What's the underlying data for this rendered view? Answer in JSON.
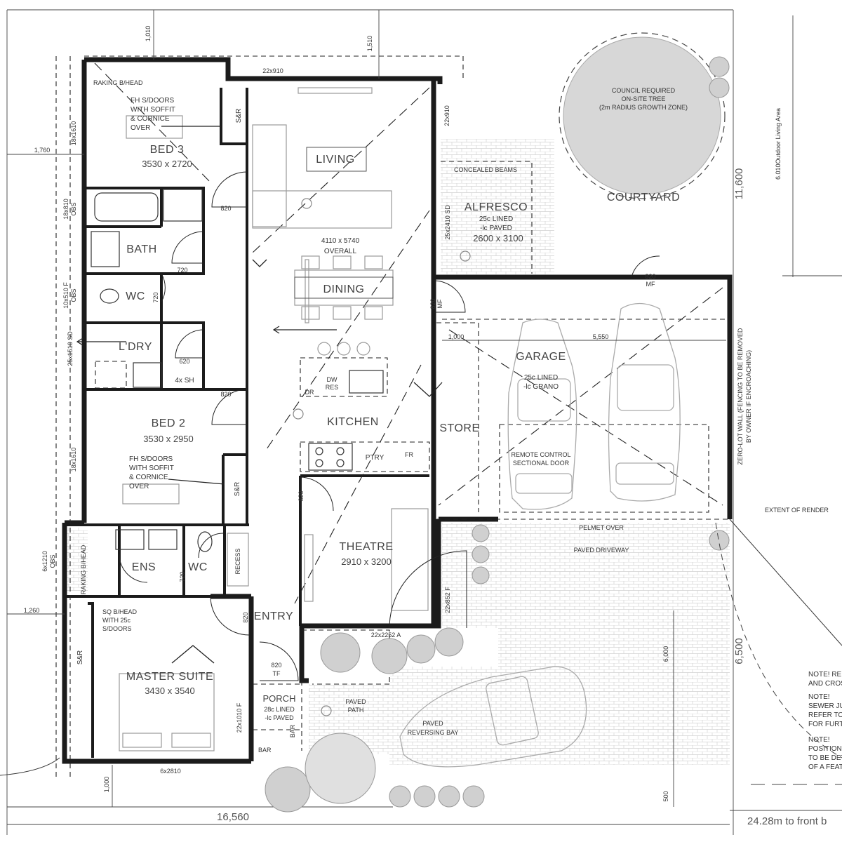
{
  "rooms": {
    "bed3": {
      "name": "BED 3",
      "size": "3530 x 2720"
    },
    "bath": {
      "name": "BATH"
    },
    "wc1": {
      "name": "WC"
    },
    "ldry": {
      "name": "L'DRY"
    },
    "bed2": {
      "name": "BED 2",
      "size": "3530 x 2950"
    },
    "ens": {
      "name": "ENS"
    },
    "wc2": {
      "name": "WC"
    },
    "master": {
      "name": "MASTER SUITE",
      "size": "3430 x 3540"
    },
    "living": {
      "name": "LIVING"
    },
    "dining": {
      "name": "DINING"
    },
    "overall": {
      "line1": "4110 x 5740",
      "line2": "OVERALL"
    },
    "kitchen": {
      "name": "KITCHEN"
    },
    "theatre": {
      "name": "THEATRE",
      "size": "2910 x 3200"
    },
    "entry": {
      "name": "ENTRY"
    },
    "porch": {
      "name": "PORCH",
      "line1": "28c LINED",
      "line2": "-lc PAVED"
    },
    "alfresco": {
      "name": "ALFRESCO",
      "line1": "25c LINED",
      "line2": "-lc PAVED",
      "size": "2600 x 3100"
    },
    "garage": {
      "name": "GARAGE",
      "line1": "25c LINED",
      "line2": "-lc GRANO"
    },
    "store": {
      "name": "STORE"
    },
    "courtyard": {
      "name": "COURTYARD"
    }
  },
  "labels": {
    "raking_bhead_top": "RAKING B/HEAD",
    "fh_doors_1": [
      "FH S/DOORS",
      "WITH SOFFIT",
      "& CORNICE",
      "OVER"
    ],
    "fh_doors_2": [
      "FH S/DOORS",
      "WITH SOFFIT",
      "& CORNICE",
      "OVER"
    ],
    "sr": "S&R",
    "sq_bhead": [
      "SQ B/HEAD",
      "WITH 25c",
      "S/DOORS"
    ],
    "raking_bhead_ens": "RAKING B/HEAD",
    "recess": "RECESS",
    "four_x_sh": "4x SH",
    "ptry": "PTRY",
    "fr": "FR",
    "dw": "DW",
    "res": "RES",
    "dr": "DR",
    "bar1": "BAR",
    "bar2": "BAR",
    "tf": "TF",
    "mf": "MF",
    "concealed_beams": "CONCEALED BEAMS",
    "remote_door": [
      "REMOTE CONTROL",
      "SECTIONAL DOOR"
    ],
    "pelmet": "PELMET OVER",
    "paved_driveway": "PAVED DRIVEWAY",
    "paved_path": [
      "PAVED",
      "PATH"
    ],
    "paved_reversing": [
      "PAVED",
      "REVERSING BAY"
    ],
    "council_tree": [
      "COUNCIL REQUIRED",
      "ON-SITE TREE",
      "(2m RADIUS GROWTH ZONE)"
    ],
    "zero_lot": [
      "ZERO-LOT WALL (FENCING TO BE REMOVED",
      "BY OWNER IF ENCROACHING)"
    ],
    "extent_render": "EXTENT OF RENDER",
    "outdoor_area": "6.010Outdoor Living Area"
  },
  "window_labels": {
    "w_top_bed3": "22x910",
    "w_living_r": "22x910",
    "w_bed3_l": "18x1610",
    "w_bath_l": "18x810",
    "w_bath_l2": "OBS",
    "w_wc_l": "10x510 F",
    "w_wc_l2": "OBS",
    "w_ldry_l": "25x1510 SD",
    "w_bed2_l": "18x1610",
    "w_ens_l": "6x1210",
    "w_ens_l2": "OBS",
    "w_alf": "25x2410 SD",
    "w_theatre": "22x852 F",
    "w_entry": "22x2252 A",
    "w_master_r": "22x1010 F",
    "w_master_b": "6x2810"
  },
  "door_labels": {
    "d_bed3": "820",
    "d_bath": "720",
    "d_wc": "720",
    "d_ldry": "620",
    "d_bed2": "820",
    "d_ens": "720",
    "d_master": "820",
    "d_entry": "820",
    "d_theatre": "820",
    "d_garage": "820",
    "d_store": "820"
  },
  "dimensions": {
    "d1010": "1,010",
    "d1510": "1,510",
    "d1760": "1,760",
    "d1260": "1,260",
    "d1000_b": "1,000",
    "d16560": "16,560",
    "d11600": "11,600",
    "d6500": "6,500",
    "d6000": "6,000",
    "d500": "500",
    "d1000_g": "1,000",
    "d5550": "5,550",
    "front_boundary": "24.28m to front b"
  },
  "notes": {
    "n1": [
      "NOTE! RE",
      "AND CROS"
    ],
    "n2": [
      "NOTE!",
      "SEWER JU",
      "REFER TO",
      "FOR FURTI"
    ],
    "n3": [
      "NOTE!",
      "POSITION",
      "TO BE DET",
      "OF A FEAT"
    ]
  }
}
